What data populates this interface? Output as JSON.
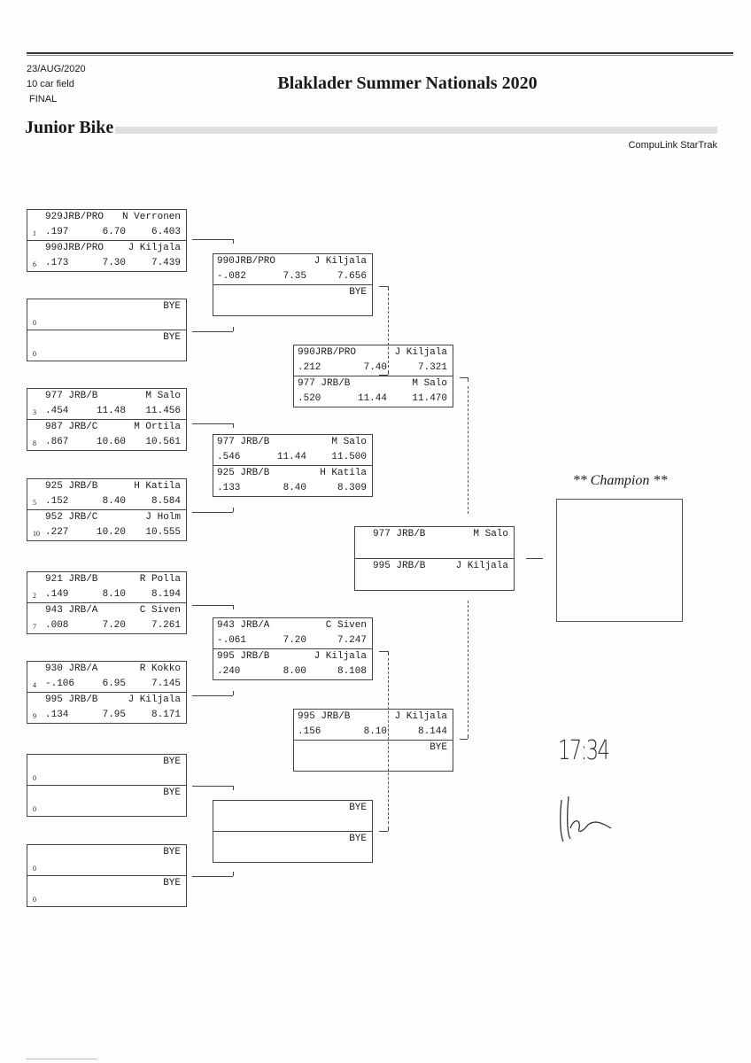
{
  "header": {
    "date": "23/AUG/2020",
    "field": "10 car field",
    "status": "FINAL",
    "event_title": "Blaklader Summer Nationals 2020",
    "class_title": "Junior Bike",
    "software": "CompuLink StarTrak"
  },
  "bracket": {
    "round1": [
      {
        "lanes": [
          {
            "car": "929JRB/PRO",
            "name": "N Verronen",
            "seed": "1",
            "rt": ".197",
            "dial": "6.70",
            "et": "6.403"
          },
          {
            "car": "990JRB/PRO",
            "name": "J Kiljala",
            "seed": "6",
            "rt": ".173",
            "dial": "7.30",
            "et": "7.439"
          }
        ]
      },
      {
        "lanes": [
          {
            "car": "",
            "name": "BYE",
            "seed": "0",
            "rt": "",
            "dial": "",
            "et": ""
          },
          {
            "car": "",
            "name": "BYE",
            "seed": "0",
            "rt": "",
            "dial": "",
            "et": ""
          }
        ]
      },
      {
        "lanes": [
          {
            "car": "977 JRB/B",
            "name": "M Salo",
            "seed": "3",
            "rt": ".454",
            "dial": "11.48",
            "et": "11.456"
          },
          {
            "car": "987 JRB/C",
            "name": "M Ortila",
            "seed": "8",
            "rt": ".867",
            "dial": "10.60",
            "et": "10.561"
          }
        ]
      },
      {
        "lanes": [
          {
            "car": "925 JRB/B",
            "name": "H Katila",
            "seed": "5",
            "rt": ".152",
            "dial": "8.40",
            "et": "8.584"
          },
          {
            "car": "952 JRB/C",
            "name": "J Holm",
            "seed": "10",
            "rt": ".227",
            "dial": "10.20",
            "et": "10.555"
          }
        ]
      },
      {
        "lanes": [
          {
            "car": "921 JRB/B",
            "name": "R Polla",
            "seed": "2",
            "rt": ".149",
            "dial": "8.10",
            "et": "8.194"
          },
          {
            "car": "943 JRB/A",
            "name": "C Siven",
            "seed": "7",
            "rt": ".008",
            "dial": "7.20",
            "et": "7.261"
          }
        ]
      },
      {
        "lanes": [
          {
            "car": "930 JRB/A",
            "name": "R Kokko",
            "seed": "4",
            "rt": "-.106",
            "dial": "6.95",
            "et": "7.145"
          },
          {
            "car": "995 JRB/B",
            "name": "J Kiljala",
            "seed": "9",
            "rt": ".134",
            "dial": "7.95",
            "et": "8.171"
          }
        ]
      },
      {
        "lanes": [
          {
            "car": "",
            "name": "BYE",
            "seed": "0",
            "rt": "",
            "dial": "",
            "et": ""
          },
          {
            "car": "",
            "name": "BYE",
            "seed": "0",
            "rt": "",
            "dial": "",
            "et": ""
          }
        ]
      },
      {
        "lanes": [
          {
            "car": "",
            "name": "BYE",
            "seed": "0",
            "rt": "",
            "dial": "",
            "et": ""
          },
          {
            "car": "",
            "name": "BYE",
            "seed": "0",
            "rt": "",
            "dial": "",
            "et": ""
          }
        ]
      }
    ],
    "round2": [
      {
        "lanes": [
          {
            "car": "990JRB/PRO",
            "name": "J Kiljala",
            "rt": "-.082",
            "dial": "7.35",
            "et": "7.656"
          },
          {
            "car": "",
            "name": "BYE",
            "rt": "",
            "dial": "",
            "et": ""
          }
        ]
      },
      {
        "lanes": [
          {
            "car": "977 JRB/B",
            "name": "M Salo",
            "rt": ".546",
            "dial": "11.44",
            "et": "11.500"
          },
          {
            "car": "925 JRB/B",
            "name": "H Katila",
            "rt": ".133",
            "dial": "8.40",
            "et": "8.309"
          }
        ]
      },
      {
        "lanes": [
          {
            "car": "943 JRB/A",
            "name": "C Siven",
            "rt": "-.061",
            "dial": "7.20",
            "et": "7.247"
          },
          {
            "car": "995 JRB/B",
            "name": "J Kiljala",
            "rt": ".240",
            "dial": "8.00",
            "et": "8.108"
          }
        ]
      },
      {
        "lanes": [
          {
            "car": "",
            "name": "BYE",
            "rt": "",
            "dial": "",
            "et": ""
          },
          {
            "car": "",
            "name": "BYE",
            "rt": "",
            "dial": "",
            "et": ""
          }
        ]
      }
    ],
    "round3": [
      {
        "lanes": [
          {
            "car": "990JRB/PRO",
            "name": "J Kiljala",
            "rt": ".212",
            "dial": "7.40",
            "et": "7.321"
          },
          {
            "car": "977 JRB/B",
            "name": "M Salo",
            "rt": ".520",
            "dial": "11.44",
            "et": "11.470"
          }
        ]
      },
      {
        "lanes": [
          {
            "car": "995 JRB/B",
            "name": "J Kiljala",
            "rt": ".156",
            "dial": "8.10",
            "et": "8.144"
          },
          {
            "car": "",
            "name": "BYE",
            "rt": "",
            "dial": "",
            "et": ""
          }
        ]
      }
    ],
    "final": [
      {
        "lanes": [
          {
            "car": "977 JRB/B",
            "name": "M Salo",
            "rt": "",
            "dial": "",
            "et": ""
          },
          {
            "car": "995 JRB/B",
            "name": "J Kiljala",
            "rt": "",
            "dial": "",
            "et": ""
          }
        ]
      }
    ]
  },
  "champion": {
    "label": "** Champion **",
    "name": ""
  },
  "handwritten": {
    "time": "17:34"
  }
}
